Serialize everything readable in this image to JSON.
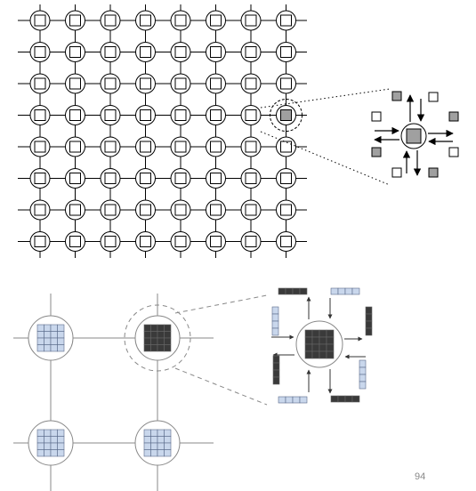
{
  "page": {
    "number": "94"
  },
  "colors": {
    "line": "#000000",
    "highlight_fill": "#a0a0a0",
    "light_block": "#c9d7ec",
    "dark_block": "#3a3a3a",
    "soft_line": "#888888"
  },
  "top_mesh": {
    "rows": 8,
    "cols": 8,
    "highlighted_node": {
      "row": 4,
      "col": 8
    }
  },
  "top_zoom": {
    "inbound_directions": [
      "up",
      "right",
      "down",
      "left"
    ],
    "outbound_directions": [
      "up",
      "right",
      "down",
      "left"
    ]
  },
  "bottom_mesh": {
    "rows": 2,
    "cols": 2,
    "block_grid": 4,
    "highlighted_node": {
      "row": 1,
      "col": 2
    }
  }
}
